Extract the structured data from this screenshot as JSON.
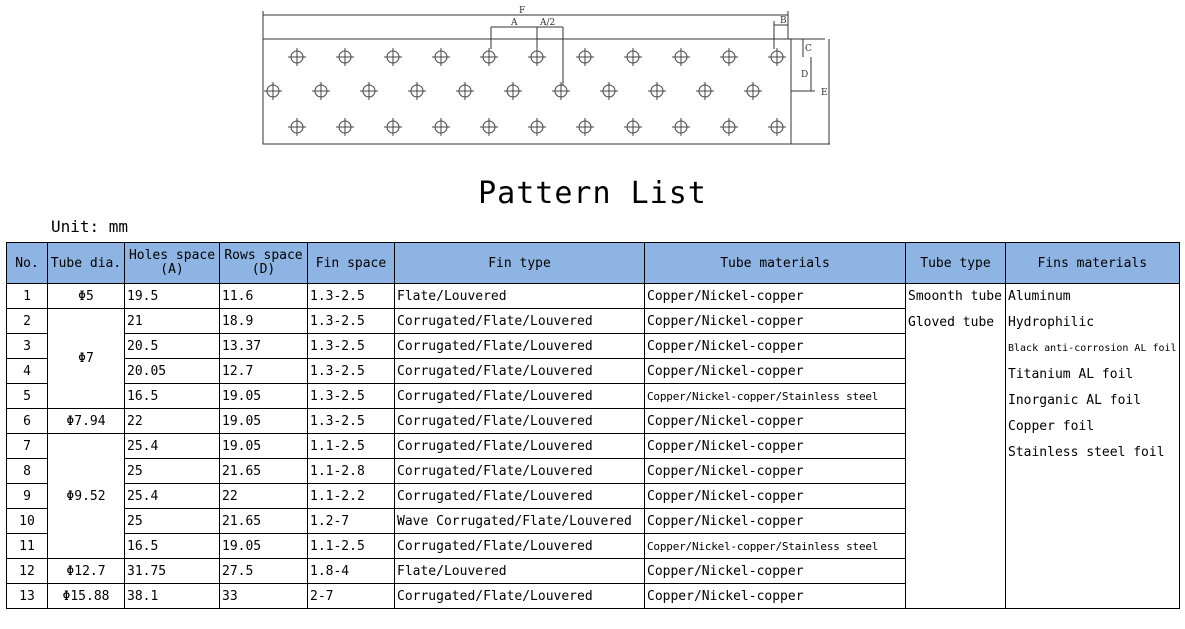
{
  "diagram": {
    "labels": {
      "F": "F",
      "A": "A",
      "A2": "A/2",
      "B": "B",
      "C": "C",
      "D": "D",
      "E": "E"
    }
  },
  "title": "Pattern List",
  "unit": "Unit: mm",
  "table": {
    "headers": {
      "no": "No.",
      "tube_dia": "Tube dia.",
      "holes_space_1": "Holes space",
      "holes_space_2": "(A)",
      "rows_space_1": "Rows space",
      "rows_space_2": "(D)",
      "fin_space": "Fin space",
      "fin_type": "Fin type",
      "tube_materials": "Tube materials",
      "tube_type": "Tube type",
      "fins_materials": "Fins materials"
    },
    "rows": [
      {
        "no": "1",
        "dia": "Φ5",
        "holes": "19.5",
        "rows": "11.6",
        "fin_space": "1.3-2.5",
        "fin_type": "Flate/Louvered",
        "tube_mat": "Copper/Nickel-copper"
      },
      {
        "no": "2",
        "dia": "Φ7",
        "holes": "21",
        "rows": "18.9",
        "fin_space": "1.3-2.5",
        "fin_type": "Corrugated/Flate/Louvered",
        "tube_mat": "Copper/Nickel-copper"
      },
      {
        "no": "3",
        "holes": "20.5",
        "rows": "13.37",
        "fin_space": "1.3-2.5",
        "fin_type": "Corrugated/Flate/Louvered",
        "tube_mat": "Copper/Nickel-copper"
      },
      {
        "no": "4",
        "holes": "20.05",
        "rows": "12.7",
        "fin_space": "1.3-2.5",
        "fin_type": "Corrugated/Flate/Louvered",
        "tube_mat": "Copper/Nickel-copper"
      },
      {
        "no": "5",
        "holes": "16.5",
        "rows": "19.05",
        "fin_space": "1.3-2.5",
        "fin_type": "Corrugated/Flate/Louvered",
        "tube_mat": "Copper/Nickel-copper/Stainless steel"
      },
      {
        "no": "6",
        "dia": "Φ7.94",
        "holes": "22",
        "rows": "19.05",
        "fin_space": "1.3-2.5",
        "fin_type": "Corrugated/Flate/Louvered",
        "tube_mat": "Copper/Nickel-copper"
      },
      {
        "no": "7",
        "dia": "Φ9.52",
        "holes": "25.4",
        "rows": "19.05",
        "fin_space": "1.1-2.5",
        "fin_type": "Corrugated/Flate/Louvered",
        "tube_mat": "Copper/Nickel-copper"
      },
      {
        "no": "8",
        "holes": "25",
        "rows": "21.65",
        "fin_space": "1.1-2.8",
        "fin_type": "Corrugated/Flate/Louvered",
        "tube_mat": "Copper/Nickel-copper"
      },
      {
        "no": "9",
        "holes": "25.4",
        "rows": "22",
        "fin_space": "1.1-2.2",
        "fin_type": "Corrugated/Flate/Louvered",
        "tube_mat": "Copper/Nickel-copper"
      },
      {
        "no": "10",
        "holes": "25",
        "rows": "21.65",
        "fin_space": "1.2-7",
        "fin_type": "Wave Corrugated/Flate/Louvered",
        "tube_mat": "Copper/Nickel-copper"
      },
      {
        "no": "11",
        "holes": "16.5",
        "rows": "19.05",
        "fin_space": "1.1-2.5",
        "fin_type": "Corrugated/Flate/Louvered",
        "tube_mat": "Copper/Nickel-copper/Stainless steel"
      },
      {
        "no": "12",
        "dia": "Φ12.7",
        "holes": "31.75",
        "rows": "27.5",
        "fin_space": "1.8-4",
        "fin_type": "Flate/Louvered",
        "tube_mat": "Copper/Nickel-copper"
      },
      {
        "no": "13",
        "dia": "Φ15.88",
        "holes": "38.1",
        "rows": "33",
        "fin_space": "2-7",
        "fin_type": "Corrugated/Flate/Louvered",
        "tube_mat": "Copper/Nickel-copper"
      }
    ],
    "tube_types": [
      "Smoonth tube",
      "Gloved tube"
    ],
    "fins_materials": [
      "Aluminum",
      "Hydrophilic",
      "Black anti-corrosion AL foil",
      "Titanium AL foil",
      "Inorganic AL foil",
      "Copper foil",
      "Stainless steel foil"
    ]
  }
}
